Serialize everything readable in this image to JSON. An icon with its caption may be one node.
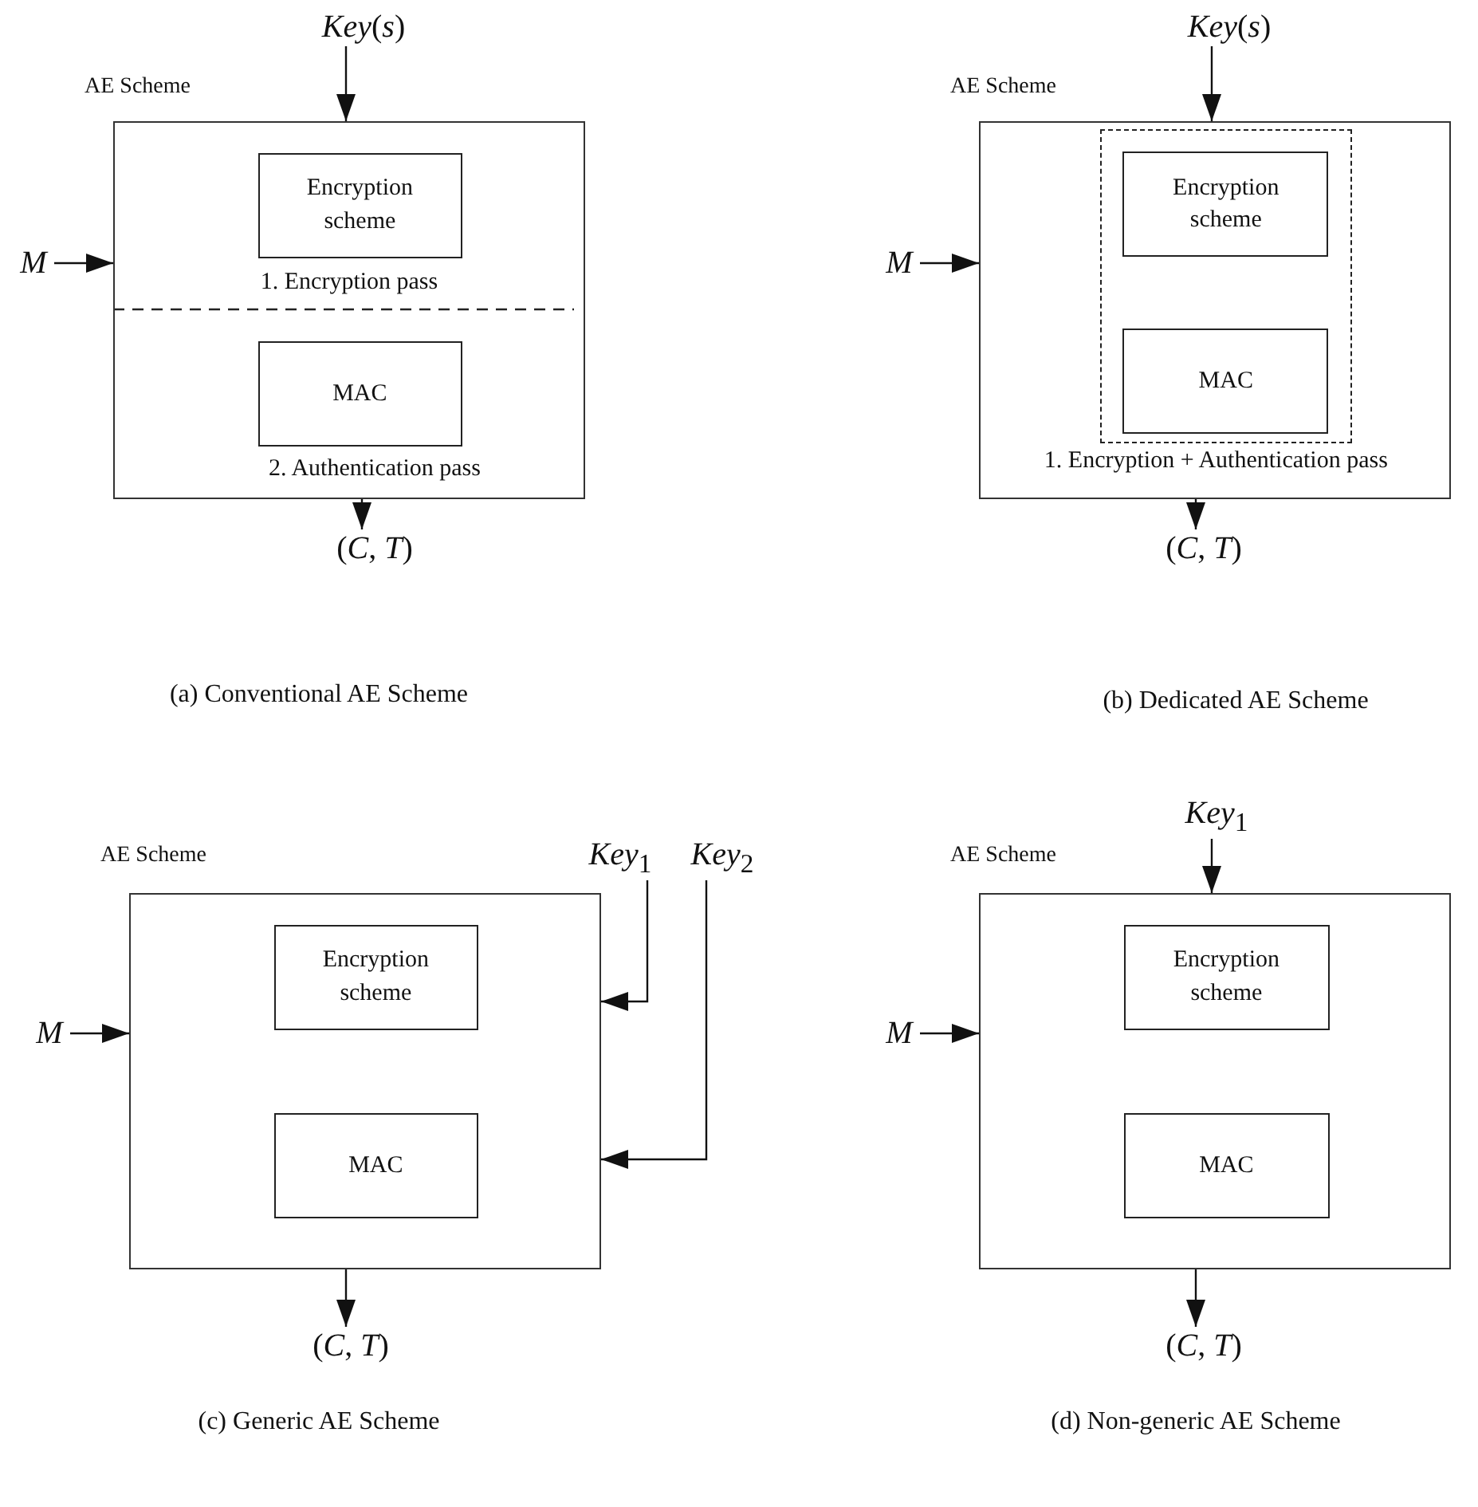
{
  "diagram": {
    "nodes": [
      {
        "text": [
          "AE Scheme",
          "1. Encryption pass",
          "2. Authentication pass"
        ]
      },
      {
        "text": [
          "Encryption scheme"
        ],
        "in": 0
      },
      {
        "text": [
          "MAC"
        ],
        "in": 0
      },
      {
        "text": [
          "*Key*(*s*)"
        ]
      },
      {
        "text": [
          "M"
        ]
      },
      {
        "text": [
          "(*C*, *T*)"
        ]
      },
      {
        "text": [
          "AE Scheme"
        ]
      },
      {
        "text": [
          "1. Encryption + Authentication pass"
        ],
        "in": 6
      },
      {
        "text": [
          "Encryption scheme"
        ],
        "in": 7
      },
      {
        "text": [
          "MAC"
        ],
        "in": 7
      },
      {
        "text": [
          "*Key*(*s*)"
        ]
      },
      {
        "text": [
          "M"
        ]
      },
      {
        "text": [
          "(*C*, *T*)"
        ]
      },
      {
        "text": [
          "AE Scheme"
        ]
      },
      {
        "text": [
          "Encryption scheme"
        ],
        "in": 13
      },
      {
        "text": [
          "MAC"
        ],
        "in": 13
      },
      {
        "text": [
          "*Key*$_{1}$"
        ]
      },
      {
        "text": [
          "*Key*$_{2}$"
        ]
      },
      {
        "text": [
          "M"
        ]
      },
      {
        "text": [
          "(*C*, *T*)"
        ]
      },
      {
        "text": [
          "AE Scheme"
        ]
      },
      {
        "text": [
          "Encryption scheme"
        ],
        "in": 20
      },
      {
        "text": [
          "MAC"
        ],
        "in": 20
      },
      {
        "text": [
          "*Key*$_{1}$"
        ]
      },
      {
        "text": [
          "M"
        ]
      },
      {
        "text": [
          "(*C*, *T*)"
        ]
      }
    ],
    "edges": [
      {
        "from": 3,
        "to": 0,
        "arrow": "to"
      },
      {
        "from": 4,
        "to": 0,
        "arrow": "to"
      },
      {
        "from": 0,
        "to": 5,
        "arrow": "to"
      },
      {
        "from": 10,
        "to": 6,
        "arrow": "to"
      },
      {
        "from": 11,
        "to": 6,
        "arrow": "to"
      },
      {
        "from": 6,
        "to": 12,
        "arrow": "to"
      },
      {
        "from": 16,
        "to": 13,
        "arrow": "to"
      },
      {
        "from": 17,
        "to": 13,
        "arrow": "to"
      },
      {
        "from": 18,
        "to": 13,
        "arrow": "to"
      },
      {
        "from": 13,
        "to": 19,
        "arrow": "to"
      },
      {
        "from": 23,
        "to": 20,
        "arrow": "to"
      },
      {
        "from": 24,
        "to": 20,
        "arrow": "to"
      },
      {
        "from": 20,
        "to": 25,
        "arrow": "to"
      }
    ],
    "labels": [
      "(a) Conventional AE Scheme",
      "(b) Dedicated AE Scheme",
      "(c) Generic AE Scheme",
      "(d) Non-generic AE Scheme"
    ]
  }
}
